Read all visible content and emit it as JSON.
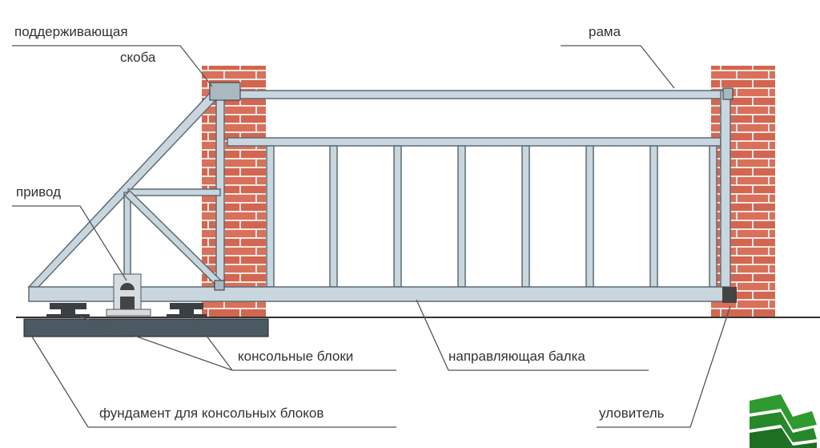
{
  "labels": {
    "support_1": "поддерживающая",
    "support_2": "скоба",
    "frame": "рама",
    "drive": "привод",
    "console_blocks": "консольные блоки",
    "guide_beam": "направляющая балка",
    "foundation": "фундамент для консольных блоков",
    "catcher": "уловитель"
  },
  "colors": {
    "brick": "#d9705a",
    "metal": "#c9d6de",
    "metal_edge": "#5c6b75",
    "foundation": "#4b5963",
    "logo": "#2f9a2f"
  }
}
